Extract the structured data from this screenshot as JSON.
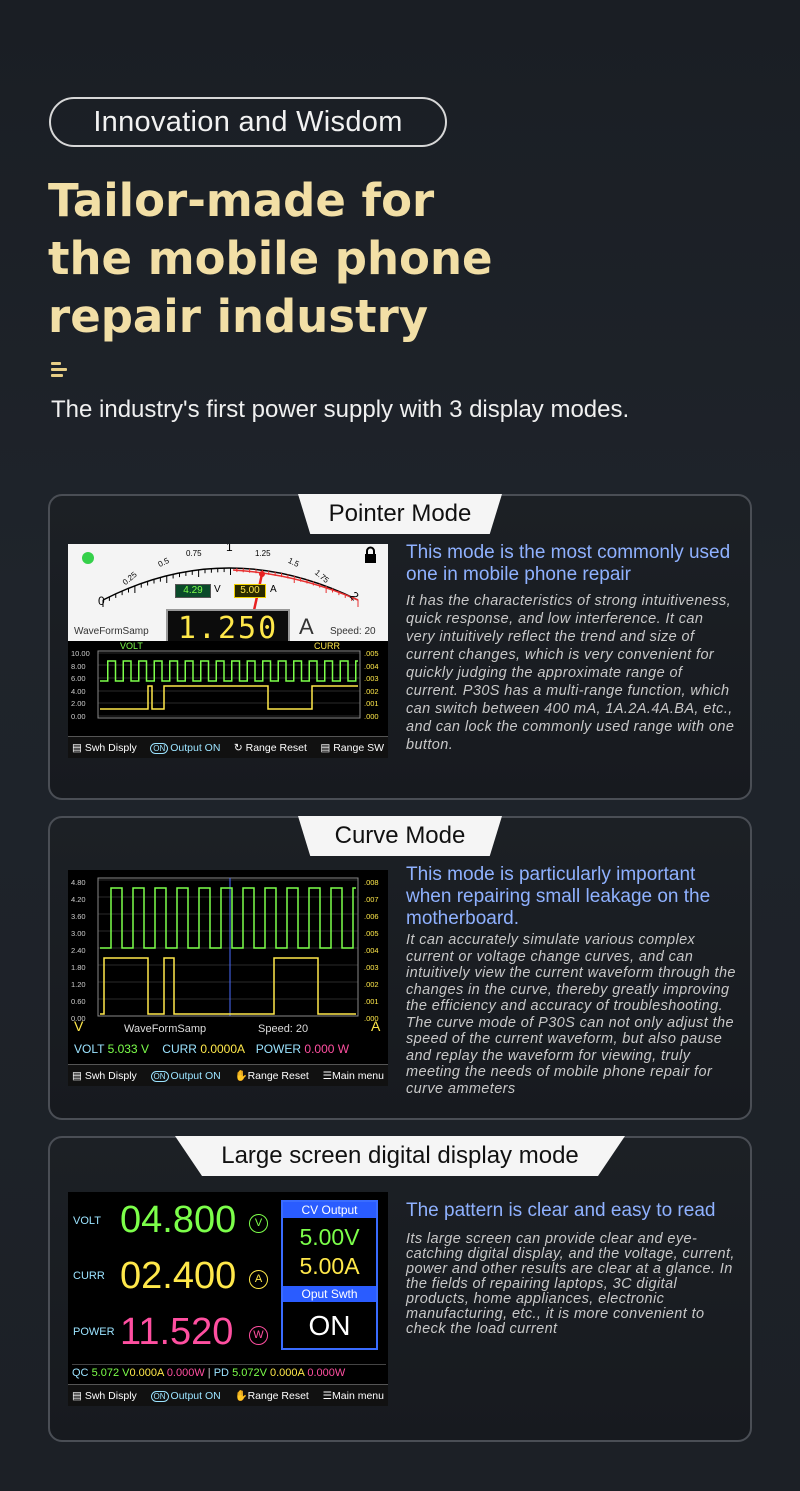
{
  "header": {
    "pill": "Innovation and Wisdom",
    "headline_lines": [
      "Tailor-made for",
      "the mobile phone",
      "repair industry"
    ],
    "subline": "The industry's first power supply with 3 display modes."
  },
  "pointer_mode": {
    "tab": "Pointer Mode",
    "title": "This mode is the most commonly used one in mobile phone repair",
    "body": "It has the characteristics of strong intuitiveness, quick response, and low interference. It can very intuitively reflect the trend and size of current changes, which is very convenient for quickly judging the approximate range of current. P30S has a multi-range function, which can switch between 400 mA, 1A.2A.4A.BA, etc., and can lock the commonly used range with one button.",
    "screen": {
      "scale_labels": [
        "0",
        "0.25",
        "0.5",
        "0.75",
        "1",
        "1.25",
        "1.5",
        "1.75",
        "2"
      ],
      "volt_box": "4.29",
      "volt_unit": "V",
      "amp_box": "5.00",
      "amp_unit": "A",
      "wave_label": "WaveFormSamp",
      "big_value": "1.250",
      "big_unit": "A",
      "speed": "Speed: 20",
      "volt_tag": "VOLT",
      "curr_tag": "CURR",
      "left_axis": [
        "10.00",
        "8.00",
        "6.00",
        "4.00",
        "2.00",
        "0.00"
      ],
      "right_axis": [
        ".005",
        ".004",
        ".003",
        ".002",
        ".001",
        ".000"
      ],
      "buttons": [
        "Swh Disply",
        "Output ON",
        "Range Reset",
        "Range SW"
      ],
      "on_badge": "ON"
    }
  },
  "curve_mode": {
    "tab": "Curve Mode",
    "title": "This mode is particularly important when repairing small leakage on the motherboard.",
    "body": "It can accurately simulate various complex current or voltage change curves, and can intuitively view the current waveform through the changes in the curve, thereby greatly improving the efficiency and accuracy of troubleshooting. The curve mode of P30S can not only adjust the speed of the current waveform, but also pause and replay the waveform for viewing, truly meeting the needs of mobile phone repair for curve ammeters",
    "screen": {
      "left_axis": [
        "4.80",
        "4.20",
        "3.60",
        "3.00",
        "2.40",
        "1.80",
        "1.20",
        "0.60",
        "0.00"
      ],
      "right_axis": [
        ".008",
        ".007",
        ".006",
        ".005",
        ".004",
        ".003",
        ".002",
        ".001",
        ".000"
      ],
      "v_unit": "V",
      "a_unit": "A",
      "wave_label": "WaveFormSamp",
      "speed": "Speed: 20",
      "volt_label": "VOLT",
      "volt_value": "5.033 V",
      "curr_label": "CURR",
      "curr_value": "0.0000A",
      "power_label": "POWER",
      "power_value": "0.000 W",
      "buttons": [
        "Swh Disply",
        "Output ON",
        "Range Reset",
        "Main menu"
      ],
      "on_badge": "ON"
    }
  },
  "digital_mode": {
    "tab": "Large screen digital display mode",
    "title": "The pattern is clear and easy to read",
    "body": "Its large screen can provide clear and eye-catching digital display, and the voltage, current, power and other results are clear at a glance. In the fields of repairing laptops, 3C digital products, home appliances, electronic manufacturing, etc., it is more convenient to check the load current",
    "screen": {
      "volt_label": "VOLT",
      "volt_value": "04.800",
      "volt_unit": "V",
      "curr_label": "CURR",
      "curr_value": "02.400",
      "curr_unit": "A",
      "power_label": "POWER",
      "power_value": "11.520",
      "power_unit": "W",
      "cv_output_label": "CV Output",
      "set_volt": "5.00V",
      "set_amp": "5.00A",
      "oput_swth_label": "Oput Swth",
      "output_state": "ON",
      "qc_label": "QC",
      "qc_volt": "5.072 V",
      "qc_amp": "0.000A",
      "qc_power": "0.000W",
      "pd_label": "PD",
      "pd_volt": "5.072V",
      "pd_amp": "0.000A",
      "pd_power": "0.000W",
      "buttons": [
        "Swh Disply",
        "Output ON",
        "Range Reset",
        "Main menu"
      ],
      "on_badge": "ON"
    }
  },
  "colors": {
    "headline": "#f2dfa6",
    "desc_title": "#8fb1ff",
    "green": "#7cff4a",
    "yellow": "#ffe84a",
    "pink": "#ff4fa0"
  }
}
